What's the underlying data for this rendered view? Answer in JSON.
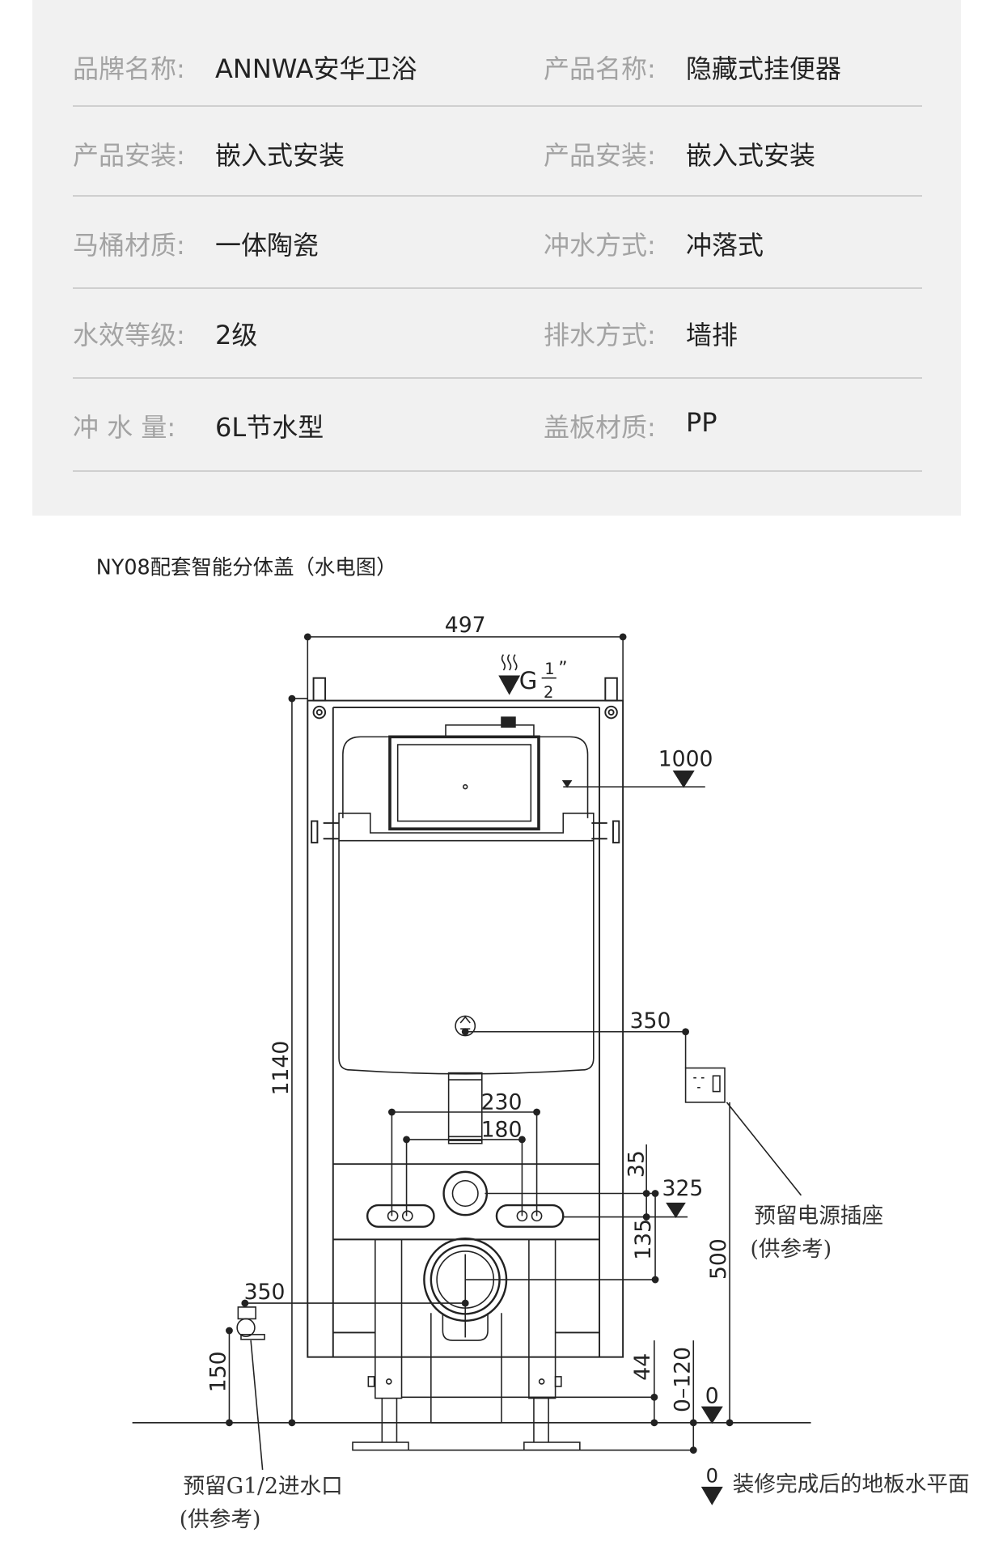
{
  "specs": [
    {
      "label": "品牌名称:",
      "value": "ANNWA安华卫浴",
      "label2": "产品名称:",
      "value2": "隐藏式挂便器"
    },
    {
      "label": "产品安装:",
      "value": "嵌入式安装",
      "label2": "产品安装:",
      "value2": "嵌入式安装"
    },
    {
      "label": "马桶材质:",
      "value": "一体陶瓷",
      "label2": "冲水方式:",
      "value2": "冲落式"
    },
    {
      "label": "水效等级:",
      "value": "2级",
      "label2": "排水方式:",
      "value2": "墙排"
    },
    {
      "label": "冲 水 量:",
      "value": "6L节水型",
      "label2": "盖板材质:",
      "value2": "PP"
    }
  ],
  "diagram": {
    "title": "NY08配套智能分体盖（水电图）",
    "dims": {
      "width": "497",
      "g": "G",
      "g_num": "1",
      "g_den": "2",
      "g_unit": "”",
      "level_1000": "1000",
      "drain_350": "350",
      "d230": "230",
      "d180": "180",
      "d35": "35",
      "d325": "325",
      "d135": "135",
      "d500": "500",
      "d1140": "1140",
      "inlet_350": "350",
      "d150": "150",
      "d44": "44",
      "d0_120": "0–120",
      "zero": "0",
      "zero_legend": "0"
    },
    "socket_label": "预留电源插座",
    "socket_note": "(供参考)",
    "inlet_label": "预留G1/2进水口",
    "inlet_note": "(供参考)",
    "floor_label": "装修完成后的地板水平面"
  }
}
